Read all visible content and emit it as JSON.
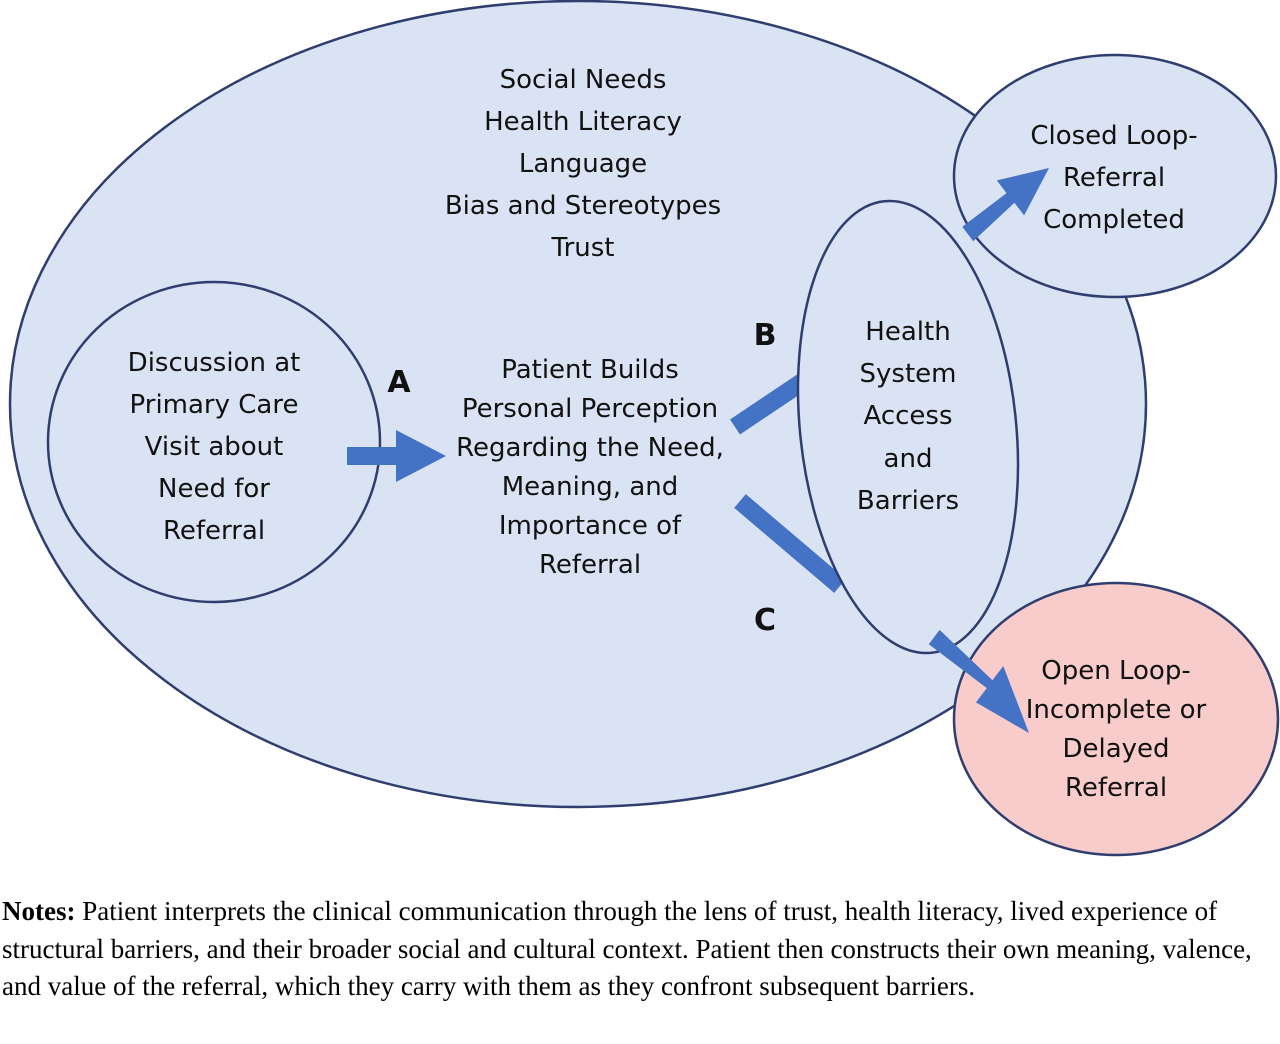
{
  "colors": {
    "shape_fill": "#dae3f3",
    "shape_stroke": "#2f3e6e",
    "open_loop_fill": "#f9cccc",
    "arrow": "#4472c4"
  },
  "context_factors": [
    "Social Needs",
    "Health Literacy",
    "Language",
    "Bias and Stereotypes",
    "Trust"
  ],
  "nodes": {
    "discussion": [
      "Discussion at",
      "Primary Care",
      "Visit about",
      "Need for",
      "Referral"
    ],
    "perception": [
      "Patient Builds",
      "Personal Perception",
      "Regarding the Need,",
      "Meaning, and",
      "Importance of",
      "Referral"
    ],
    "health_system": [
      "Health",
      "System",
      "Access",
      "and",
      "Barriers"
    ],
    "closed_loop": [
      "Closed Loop-",
      "Referral",
      "Completed"
    ],
    "open_loop": [
      "Open Loop-",
      "Incomplete or",
      "Delayed",
      "Referral"
    ]
  },
  "path_labels": {
    "a": "A",
    "b": "B",
    "c": "C"
  },
  "notes": {
    "label": "Notes:",
    "text": " Patient interprets the clinical communication through the lens of trust, health literacy, lived experience of structural barriers, and their broader social and cultural context. Patient then constructs their own meaning, valence, and value of the referral, which they carry with them as they confront subsequent barriers."
  }
}
